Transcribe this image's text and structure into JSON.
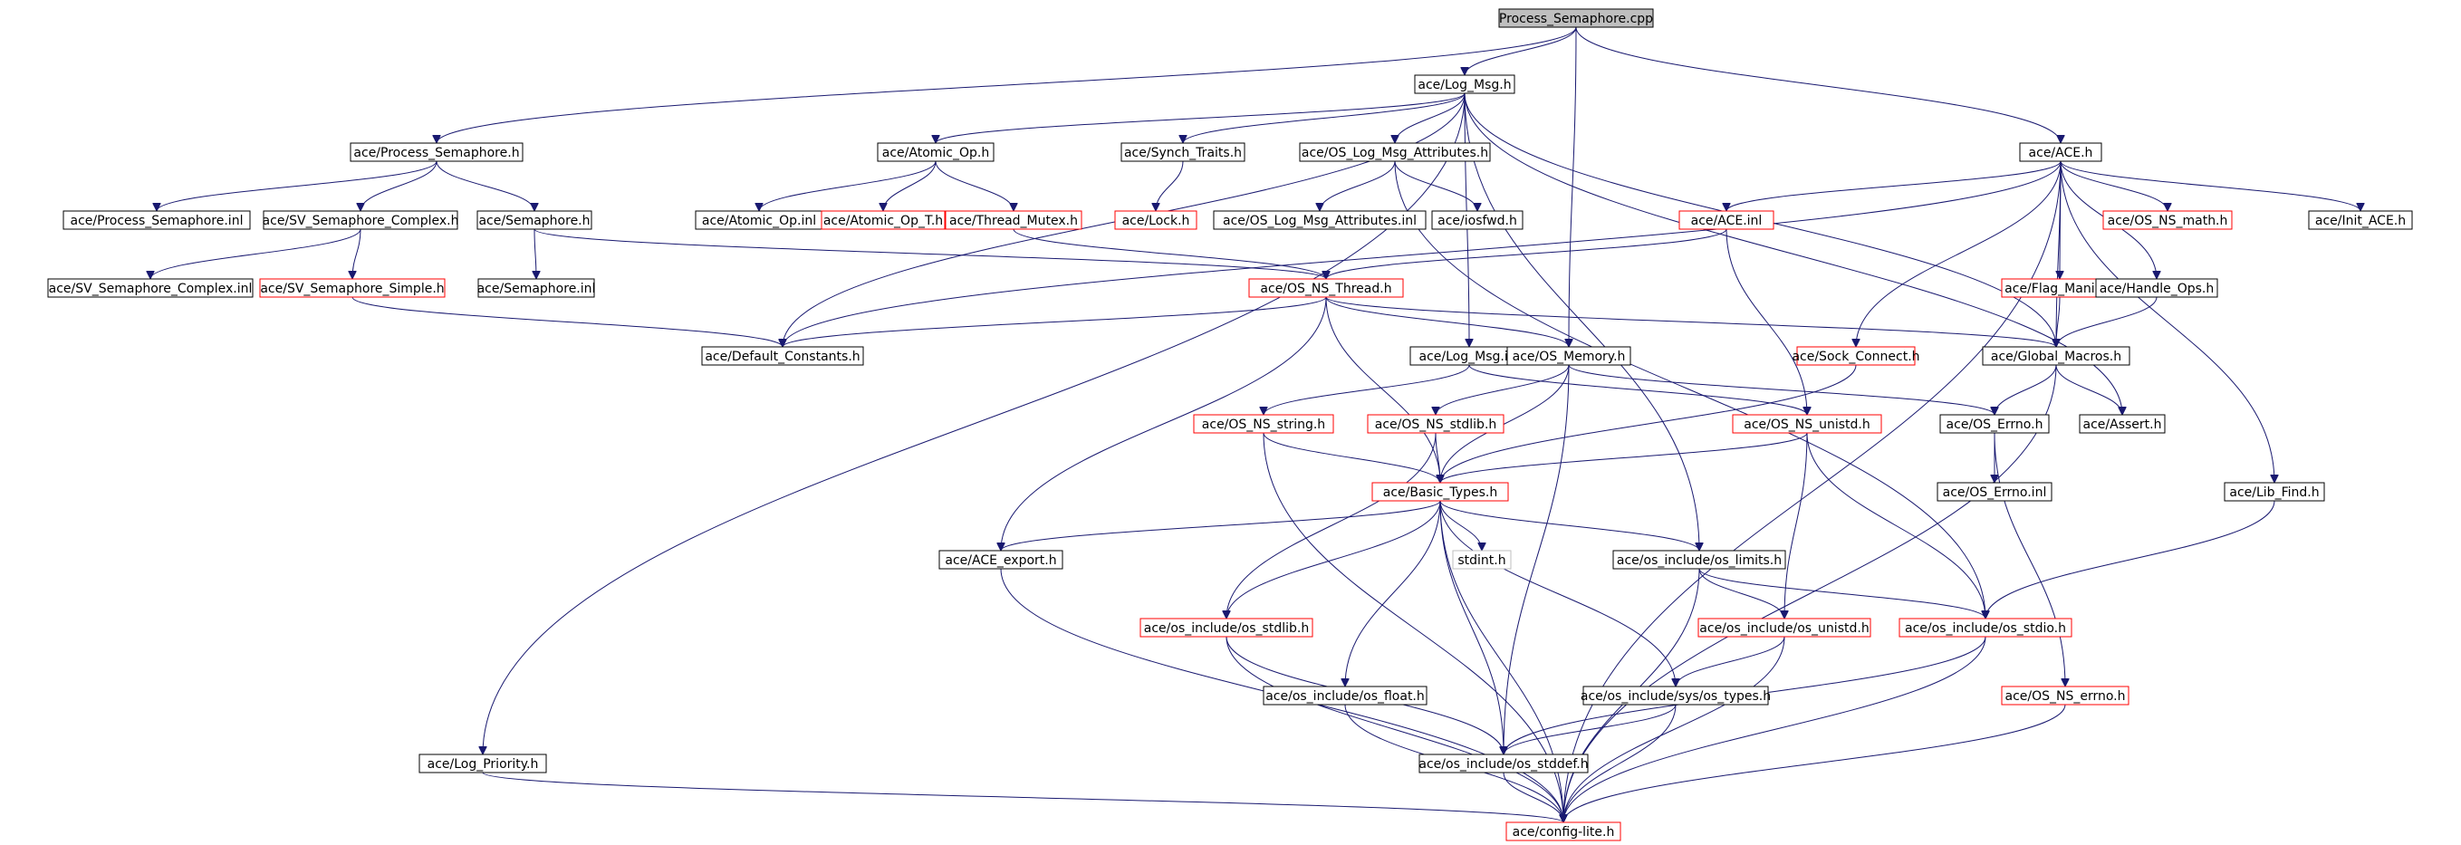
{
  "colors": {
    "edge": "#191970",
    "root_fill": "#bfbfbf",
    "black": "#000000",
    "red": "#ff0000",
    "grey": "#bfbfbf"
  },
  "nodes": [
    {
      "id": "root",
      "label": "Process_Semaphore.cpp",
      "style": "root"
    },
    {
      "id": "logmsg",
      "label": "ace/Log_Msg.h",
      "style": "black"
    },
    {
      "id": "procsemh",
      "label": "ace/Process_Semaphore.h",
      "style": "black"
    },
    {
      "id": "atomic",
      "label": "ace/Atomic_Op.h",
      "style": "black"
    },
    {
      "id": "synch",
      "label": "ace/Synch_Traits.h",
      "style": "black"
    },
    {
      "id": "oslogattr",
      "label": "ace/OS_Log_Msg_Attributes.h",
      "style": "black"
    },
    {
      "id": "aceh",
      "label": "ace/ACE.h",
      "style": "black"
    },
    {
      "id": "procseminl",
      "label": "ace/Process_Semaphore.inl",
      "style": "black"
    },
    {
      "id": "svcomplex",
      "label": "ace/SV_Semaphore_Complex.h",
      "style": "black"
    },
    {
      "id": "semh",
      "label": "ace/Semaphore.h",
      "style": "black"
    },
    {
      "id": "atomicinl",
      "label": "ace/Atomic_Op.inl",
      "style": "black"
    },
    {
      "id": "atomict",
      "label": "ace/Atomic_Op_T.h",
      "style": "red"
    },
    {
      "id": "threadmutex",
      "label": "ace/Thread_Mutex.h",
      "style": "red"
    },
    {
      "id": "lock",
      "label": "ace/Lock.h",
      "style": "red"
    },
    {
      "id": "oslogattrinl",
      "label": "ace/OS_Log_Msg_Attributes.inl",
      "style": "black"
    },
    {
      "id": "iosfwd",
      "label": "ace/iosfwd.h",
      "style": "black"
    },
    {
      "id": "aceinl",
      "label": "ace/ACE.inl",
      "style": "red"
    },
    {
      "id": "osnsmath",
      "label": "ace/OS_NS_math.h",
      "style": "red"
    },
    {
      "id": "initace",
      "label": "ace/Init_ACE.h",
      "style": "black"
    },
    {
      "id": "svcomplexinl",
      "label": "ace/SV_Semaphore_Complex.inl",
      "style": "black"
    },
    {
      "id": "svsimple",
      "label": "ace/SV_Semaphore_Simple.h",
      "style": "red"
    },
    {
      "id": "seminl",
      "label": "ace/Semaphore.inl",
      "style": "black"
    },
    {
      "id": "osnsthread",
      "label": "ace/OS_NS_Thread.h",
      "style": "red"
    },
    {
      "id": "flagmanip",
      "label": "ace/Flag_Manip.h",
      "style": "red"
    },
    {
      "id": "handleops",
      "label": "ace/Handle_Ops.h",
      "style": "black"
    },
    {
      "id": "defconst",
      "label": "ace/Default_Constants.h",
      "style": "black"
    },
    {
      "id": "logmsginl",
      "label": "ace/Log_Msg.inl",
      "style": "black"
    },
    {
      "id": "osmemory",
      "label": "ace/OS_Memory.h",
      "style": "black"
    },
    {
      "id": "sockconnect",
      "label": "ace/Sock_Connect.h",
      "style": "red"
    },
    {
      "id": "globalmacros",
      "label": "ace/Global_Macros.h",
      "style": "black"
    },
    {
      "id": "osnsstring",
      "label": "ace/OS_NS_string.h",
      "style": "red"
    },
    {
      "id": "osnsstdlib",
      "label": "ace/OS_NS_stdlib.h",
      "style": "red"
    },
    {
      "id": "osnsunistd",
      "label": "ace/OS_NS_unistd.h",
      "style": "red"
    },
    {
      "id": "oserrno",
      "label": "ace/OS_Errno.h",
      "style": "black"
    },
    {
      "id": "assert",
      "label": "ace/Assert.h",
      "style": "black"
    },
    {
      "id": "basictypes",
      "label": "ace/Basic_Types.h",
      "style": "red"
    },
    {
      "id": "oserrnoinl",
      "label": "ace/OS_Errno.inl",
      "style": "black"
    },
    {
      "id": "libfind",
      "label": "ace/Lib_Find.h",
      "style": "black"
    },
    {
      "id": "aceexport",
      "label": "ace/ACE_export.h",
      "style": "black"
    },
    {
      "id": "stdint",
      "label": "stdint.h",
      "style": "grey"
    },
    {
      "id": "oslimits",
      "label": "ace/os_include/os_limits.h",
      "style": "black"
    },
    {
      "id": "osstdlib",
      "label": "ace/os_include/os_stdlib.h",
      "style": "red"
    },
    {
      "id": "osunistd",
      "label": "ace/os_include/os_unistd.h",
      "style": "red"
    },
    {
      "id": "osstdio",
      "label": "ace/os_include/os_stdio.h",
      "style": "red"
    },
    {
      "id": "osfloat",
      "label": "ace/os_include/os_float.h",
      "style": "black"
    },
    {
      "id": "systypes",
      "label": "ace/os_include/sys/os_types.h",
      "style": "black"
    },
    {
      "id": "osnserrno",
      "label": "ace/OS_NS_errno.h",
      "style": "red"
    },
    {
      "id": "logprio",
      "label": "ace/Log_Priority.h",
      "style": "black"
    },
    {
      "id": "osstddef",
      "label": "ace/os_include/os_stddef.h",
      "style": "black"
    },
    {
      "id": "configlite",
      "label": "ace/config-lite.h",
      "style": "red"
    }
  ],
  "edges": [
    [
      "root",
      "logmsg"
    ],
    [
      "root",
      "procsemh"
    ],
    [
      "root",
      "aceh"
    ],
    [
      "root",
      "osmemory"
    ],
    [
      "logmsg",
      "atomic"
    ],
    [
      "logmsg",
      "synch"
    ],
    [
      "logmsg",
      "oslogattr"
    ],
    [
      "logmsg",
      "logprio"
    ],
    [
      "logmsg",
      "defconst"
    ],
    [
      "logmsg",
      "logmsginl"
    ],
    [
      "logmsg",
      "oslimits"
    ],
    [
      "logmsg",
      "assert"
    ],
    [
      "logmsg",
      "globalmacros"
    ],
    [
      "procsemh",
      "procseminl"
    ],
    [
      "procsemh",
      "svcomplex"
    ],
    [
      "procsemh",
      "semh"
    ],
    [
      "svcomplex",
      "svcomplexinl"
    ],
    [
      "svcomplex",
      "svsimple"
    ],
    [
      "semh",
      "seminl"
    ],
    [
      "semh",
      "osnsthread"
    ],
    [
      "svsimple",
      "defconst"
    ],
    [
      "atomic",
      "atomicinl"
    ],
    [
      "atomic",
      "atomict"
    ],
    [
      "atomic",
      "threadmutex"
    ],
    [
      "threadmutex",
      "osnsthread"
    ],
    [
      "synch",
      "lock"
    ],
    [
      "oslogattr",
      "oslogattrinl"
    ],
    [
      "oslogattr",
      "iosfwd"
    ],
    [
      "oslogattr",
      "osstdio"
    ],
    [
      "aceh",
      "aceinl"
    ],
    [
      "aceh",
      "osnsmath"
    ],
    [
      "aceh",
      "initace"
    ],
    [
      "aceh",
      "flagmanip"
    ],
    [
      "aceh",
      "handleops"
    ],
    [
      "aceh",
      "sockconnect"
    ],
    [
      "aceh",
      "defconst"
    ],
    [
      "aceh",
      "globalmacros"
    ],
    [
      "aceh",
      "libfind"
    ],
    [
      "aceh",
      "configlite"
    ],
    [
      "aceinl",
      "osnsthread"
    ],
    [
      "aceinl",
      "osnsunistd"
    ],
    [
      "osnsthread",
      "defconst"
    ],
    [
      "osnsthread",
      "osmemory"
    ],
    [
      "osnsthread",
      "globalmacros"
    ],
    [
      "osnsthread",
      "basictypes"
    ],
    [
      "osnsthread",
      "aceexport"
    ],
    [
      "flagmanip",
      "globalmacros"
    ],
    [
      "handleops",
      "globalmacros"
    ],
    [
      "sockconnect",
      "basictypes"
    ],
    [
      "globalmacros",
      "oserrno"
    ],
    [
      "globalmacros",
      "assert"
    ],
    [
      "globalmacros",
      "configlite"
    ],
    [
      "logmsginl",
      "osnsstring"
    ],
    [
      "logmsginl",
      "osnsunistd"
    ],
    [
      "osmemory",
      "basictypes"
    ],
    [
      "osmemory",
      "osnsstdlib"
    ],
    [
      "osmemory",
      "oserrno"
    ],
    [
      "osmemory",
      "osstddef"
    ],
    [
      "osnsstring",
      "basictypes"
    ],
    [
      "osnsstring",
      "configlite"
    ],
    [
      "osnsstdlib",
      "basictypes"
    ],
    [
      "osnsstdlib",
      "osstdlib"
    ],
    [
      "osnsunistd",
      "basictypes"
    ],
    [
      "osnsunistd",
      "osunistd"
    ],
    [
      "osnsunistd",
      "osstdio"
    ],
    [
      "oserrno",
      "oserrnoinl"
    ],
    [
      "oserrno",
      "osnserrno"
    ],
    [
      "basictypes",
      "aceexport"
    ],
    [
      "basictypes",
      "stdint"
    ],
    [
      "basictypes",
      "oslimits"
    ],
    [
      "basictypes",
      "osstdlib"
    ],
    [
      "basictypes",
      "osfloat"
    ],
    [
      "basictypes",
      "systypes"
    ],
    [
      "basictypes",
      "osstddef"
    ],
    [
      "basictypes",
      "configlite"
    ],
    [
      "libfind",
      "osstdio"
    ],
    [
      "aceexport",
      "configlite"
    ],
    [
      "oslimits",
      "osunistd"
    ],
    [
      "oslimits",
      "osstdio"
    ],
    [
      "oslimits",
      "configlite"
    ],
    [
      "osstdlib",
      "osstddef"
    ],
    [
      "osstdlib",
      "configlite"
    ],
    [
      "osunistd",
      "systypes"
    ],
    [
      "osunistd",
      "configlite"
    ],
    [
      "osstdio",
      "osstddef"
    ],
    [
      "osstdio",
      "configlite"
    ],
    [
      "osfloat",
      "configlite"
    ],
    [
      "systypes",
      "osstddef"
    ],
    [
      "systypes",
      "configlite"
    ],
    [
      "osnserrno",
      "configlite"
    ],
    [
      "logprio",
      "configlite"
    ],
    [
      "osstddef",
      "configlite"
    ]
  ]
}
